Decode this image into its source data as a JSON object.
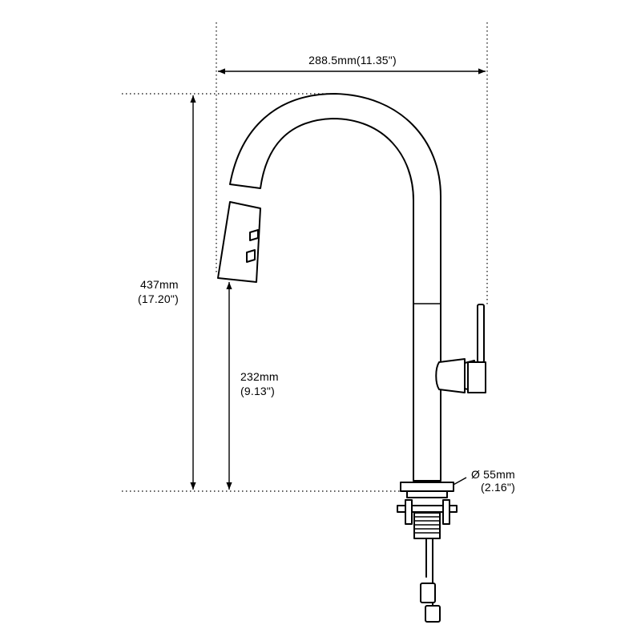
{
  "dimensions": {
    "width": {
      "text": "288.5mm(11.35\")"
    },
    "total_height": {
      "line1": "437mm",
      "line2": "(17.20\")"
    },
    "spout_height": {
      "line1": "232mm",
      "line2": "(9.13\")"
    },
    "base_diameter": {
      "line1": "Ø 55mm",
      "line2": "(2.16\")"
    }
  },
  "colors": {
    "line": "#000000",
    "background": "#ffffff"
  }
}
